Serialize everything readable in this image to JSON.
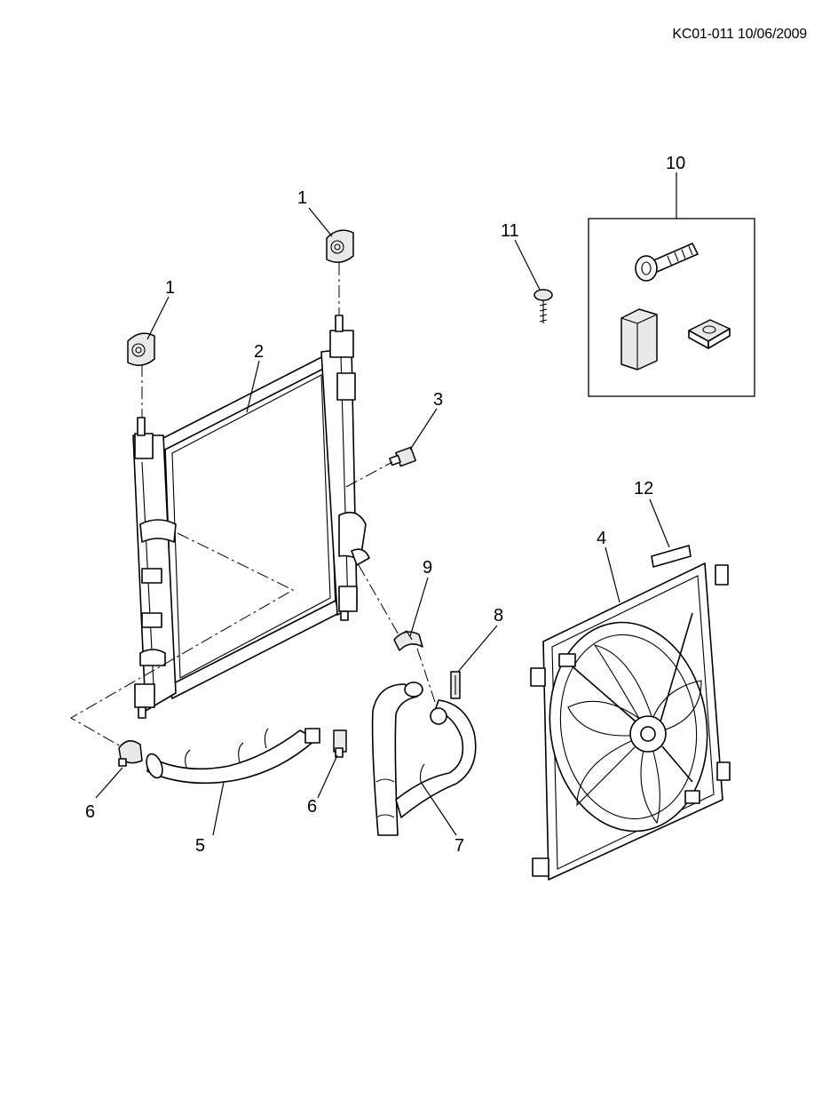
{
  "header": {
    "code": "KC01-011 10/06/2009"
  },
  "callouts": {
    "c1a": "1",
    "c1b": "1",
    "c2": "2",
    "c3": "3",
    "c4": "4",
    "c5": "5",
    "c6a": "6",
    "c6b": "6",
    "c7": "7",
    "c8": "8",
    "c9": "9",
    "c10": "10",
    "c11": "11",
    "c12": "12"
  }
}
